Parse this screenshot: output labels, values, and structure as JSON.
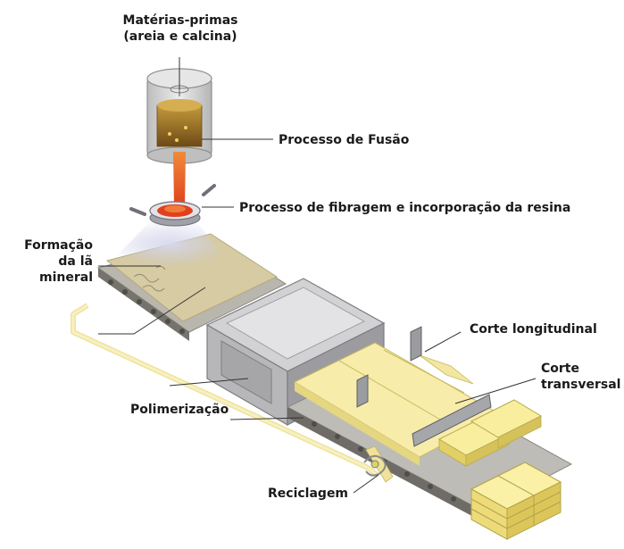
{
  "labels": {
    "raw_materials_line1": "Matérias-primas",
    "raw_materials_line2": "(areia e calcina)",
    "fusion": "Processo de Fusão",
    "fiberizing": "Processo de fibragem e incorporação da resina",
    "formation_line1": "Formação",
    "formation_line2": "da lã",
    "formation_line3": "mineral",
    "polymerization": "Polimerização",
    "longitudinal_cut": "Corte longitudinal",
    "transverse_cut_line1": "Corte",
    "transverse_cut_line2": "transversal",
    "recycling": "Reciclagem"
  },
  "colors": {
    "melt": "#e0401e",
    "wool": "#f6eaa8",
    "belt": "#aaa9a5",
    "oven": "#c4c4c6",
    "vessel": "#d8d8d8",
    "crucible_content": "#8c6420",
    "recycle_path": "#f2e7a2"
  }
}
